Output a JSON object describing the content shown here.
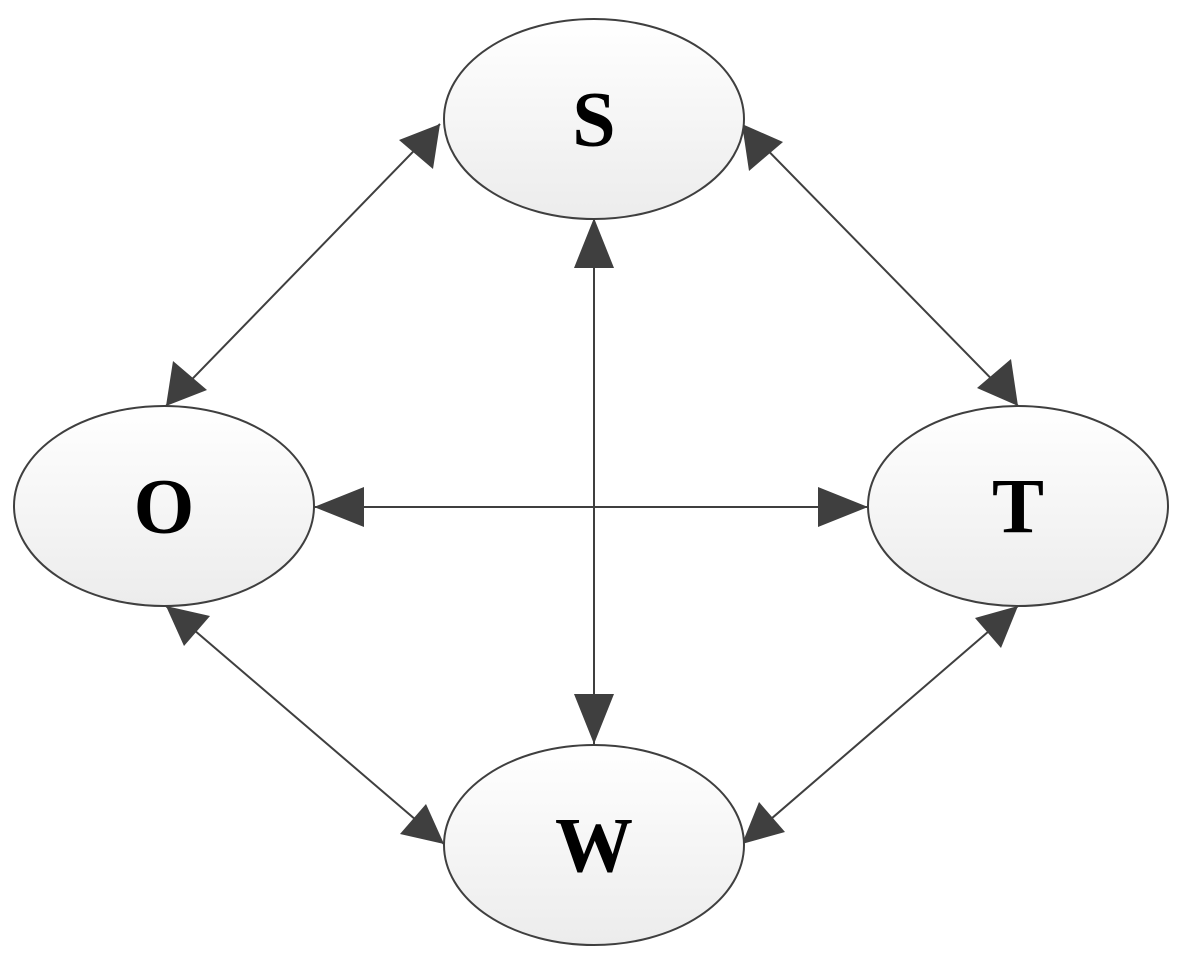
{
  "diagram": {
    "nodes": {
      "top": {
        "label": "S"
      },
      "left": {
        "label": "O"
      },
      "right": {
        "label": "T"
      },
      "bottom": {
        "label": "W"
      }
    },
    "edges": [
      {
        "from": "S",
        "to": "O",
        "bidirectional": true
      },
      {
        "from": "S",
        "to": "T",
        "bidirectional": true
      },
      {
        "from": "S",
        "to": "W",
        "bidirectional": true
      },
      {
        "from": "O",
        "to": "T",
        "bidirectional": true
      },
      {
        "from": "O",
        "to": "W",
        "bidirectional": true
      },
      {
        "from": "T",
        "to": "W",
        "bidirectional": true
      }
    ],
    "colors": {
      "stroke": "#3f3f3f",
      "node_fill_light": "#ffffff",
      "node_fill_dark": "#ececec",
      "label": "#000000"
    }
  }
}
